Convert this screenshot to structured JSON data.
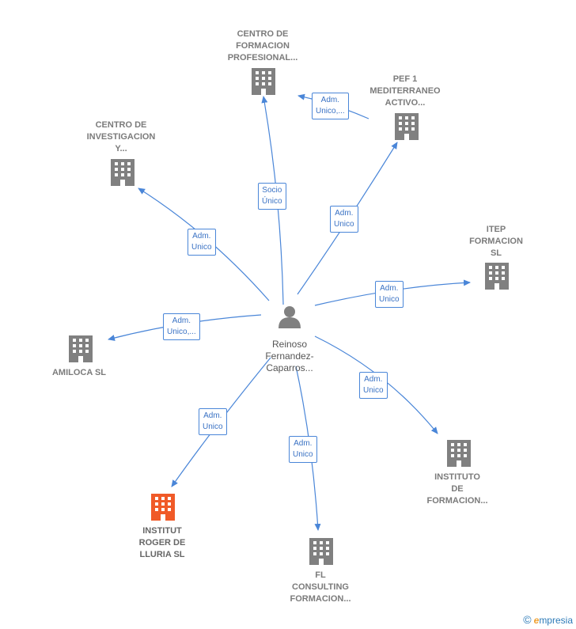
{
  "center": {
    "name": "Reinoso\nFernandez-\nCaparros...",
    "icon": "person-icon"
  },
  "colors": {
    "edge": "#4a86d8",
    "company": "#808080",
    "highlight": "#f05a28",
    "person": "#808080"
  },
  "nodes": [
    {
      "id": "centro-formacion",
      "label": "CENTRO DE\nFORMACION\nPROFESIONAL...",
      "edge": "Socio\nÚnico",
      "highlight": false
    },
    {
      "id": "pef1",
      "label": "PEF 1\nMEDITERRANEO\nACTIVO...",
      "edge": "Adm.\nUnico",
      "highlight": false
    },
    {
      "id": "itep",
      "label": "ITEP\nFORMACION\nSL",
      "edge": "Adm.\nUnico",
      "highlight": false
    },
    {
      "id": "instituto-formacion",
      "label": "INSTITUTO\nDE\nFORMACION...",
      "edge": "Adm.\nUnico",
      "highlight": false
    },
    {
      "id": "fl-consulting",
      "label": "FL\nCONSULTING\nFORMACION...",
      "edge": "Adm.\nUnico",
      "highlight": false
    },
    {
      "id": "institut-roger",
      "label": "INSTITUT\nROGER DE\nLLURIA SL",
      "edge": "Adm.\nUnico",
      "highlight": true
    },
    {
      "id": "amiloca",
      "label": "AMILOCA SL",
      "edge": "Adm.\nUnico,...",
      "highlight": false
    },
    {
      "id": "centro-investigacion",
      "label": "CENTRO DE\nINVESTIGACION\nY...",
      "edge": "Adm.\nUnico",
      "highlight": false
    }
  ],
  "secondary_edges": [
    {
      "from": "pef1",
      "to": "centro-formacion",
      "label": "Adm.\nUnico,..."
    }
  ],
  "footer": {
    "copyright": "©",
    "brand_initial": "e",
    "brand_rest": "mpresia"
  }
}
